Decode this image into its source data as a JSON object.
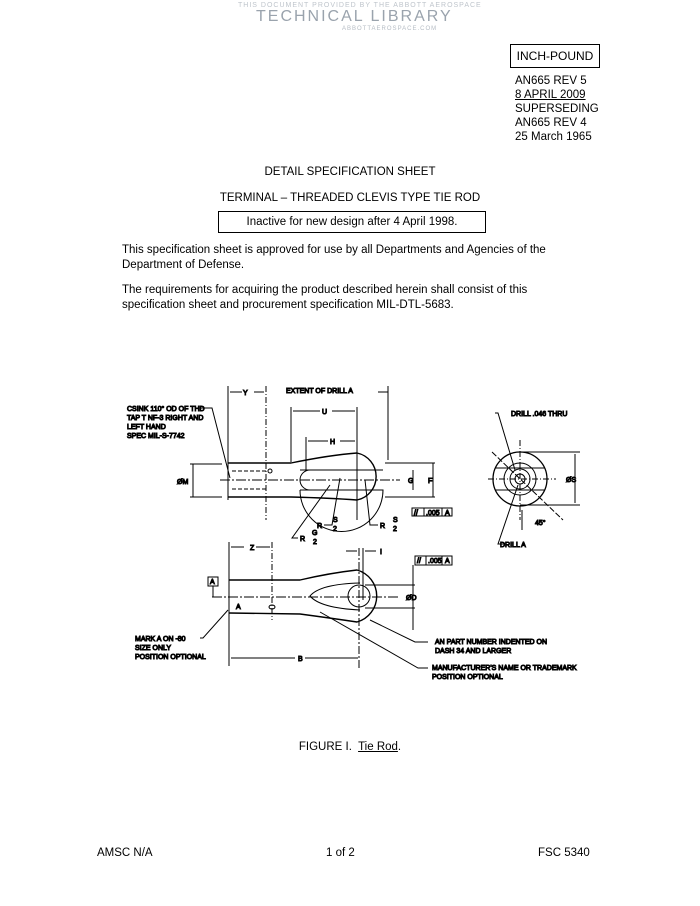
{
  "watermark": {
    "line1": "THIS DOCUMENT PROVIDED BY THE ABBOTT AEROSPACE",
    "line2": "TECHNICAL LIBRARY",
    "line3": "ABBOTTAEROSPACE.COM"
  },
  "header": {
    "unit_box": "INCH-POUND",
    "doc_id": "AN665 REV 5",
    "date": "8 APRIL 2009",
    "superseding": "SUPERSEDING",
    "prev_id": "AN665 REV 4",
    "prev_date": "25 March 1965"
  },
  "title": {
    "sheet_type": "DETAIL SPECIFICATION SHEET",
    "product": "TERMINAL – THREADED CLEVIS TYPE TIE ROD",
    "notice": "Inactive for new design after 4 April 1998."
  },
  "body": {
    "para1": "This specification sheet is approved for use by all Departments and Agencies of the Department of Defense.",
    "para2": "The requirements for acquiring the product described herein shall consist of this specification sheet and procurement specification MIL-DTL-5683."
  },
  "drawing": {
    "y": "Y",
    "extent": "EXTENT OF DRILL A",
    "u": "U",
    "h": "H",
    "csink": [
      "CSINK 110° OD OF THD",
      "TAP T NF-3 RIGHT AND",
      "LEFT HAND",
      "SPEC MIL-S-7742"
    ],
    "m": "ØM",
    "g": "G",
    "f": "F",
    "tol": "//",
    "tol_val": ".005",
    "datum": "A",
    "r": "R",
    "s": "S",
    "two": "2",
    "gg": "G",
    "drill046": "DRILL .046 THRU",
    "os": "ØS",
    "deg45": "45°",
    "drill_a": "DRILL A",
    "z": "Z",
    "i": "I",
    "od": "ØD",
    "mark_a": "A",
    "b": "B",
    "mark_note": [
      "MARK A ON -80",
      "SIZE ONLY",
      "POSITION OPTIONAL"
    ],
    "an_note": [
      "AN PART NUMBER INDENTED ON",
      "DASH 34 AND LARGER"
    ],
    "mfr_note": [
      "MANUFACTURER'S NAME OR TRADEMARK",
      "POSITION OPTIONAL"
    ]
  },
  "figure": {
    "prefix": "FIGURE I.",
    "caption": "Tie Rod",
    "suffix": "."
  },
  "footer": {
    "left": "AMSC N/A",
    "page": "1  of  2",
    "right": "FSC 5340"
  }
}
